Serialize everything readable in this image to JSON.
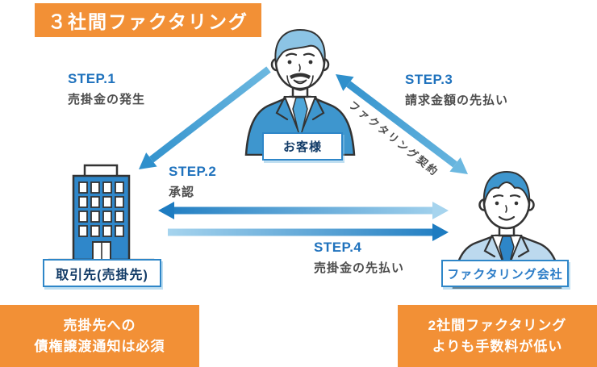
{
  "title": "３社間ファクタリング",
  "actors": {
    "customer": {
      "label": "お客様"
    },
    "client": {
      "label": "取引先(売掛先)"
    },
    "factoring": {
      "label": "ファクタリング会社"
    }
  },
  "steps": [
    {
      "id": "STEP.1",
      "desc": "売掛金の発生"
    },
    {
      "id": "STEP.2",
      "desc": "承認"
    },
    {
      "id": "STEP.3",
      "desc": "請求金額の先払い"
    },
    {
      "id": "STEP.4",
      "desc": "売掛金の先払い"
    }
  ],
  "contract_label": "ファクタリング契約",
  "notes": {
    "left1": "売掛先への",
    "left2": "債権譲渡通知は必須",
    "right1": "2社間ファクタリング",
    "right2": "よりも手数料が低い"
  },
  "colors": {
    "orange": "#F29036",
    "step_blue": "#1F72BD",
    "desc_gray": "#4D4D4D",
    "arrow_dark": "#1E7CC1",
    "arrow_mid": "#2F90CC",
    "arrow_mid_light": "#6CB8E0",
    "arrow_light": "#A6D4EE",
    "label_border": "#2E86C8",
    "label_navy": "#123B67",
    "factoring_text": "#2B7CC7",
    "suit_blue": "#3E96CE",
    "suit_light": "#BCD9EE",
    "hair_light": "#8CC4E5",
    "hair_blue": "#3E96CE",
    "tie_light": "#4FA6D9",
    "tie_blue": "#2E86C8",
    "building_blue": "#2F87CA",
    "outline": "#333333"
  }
}
